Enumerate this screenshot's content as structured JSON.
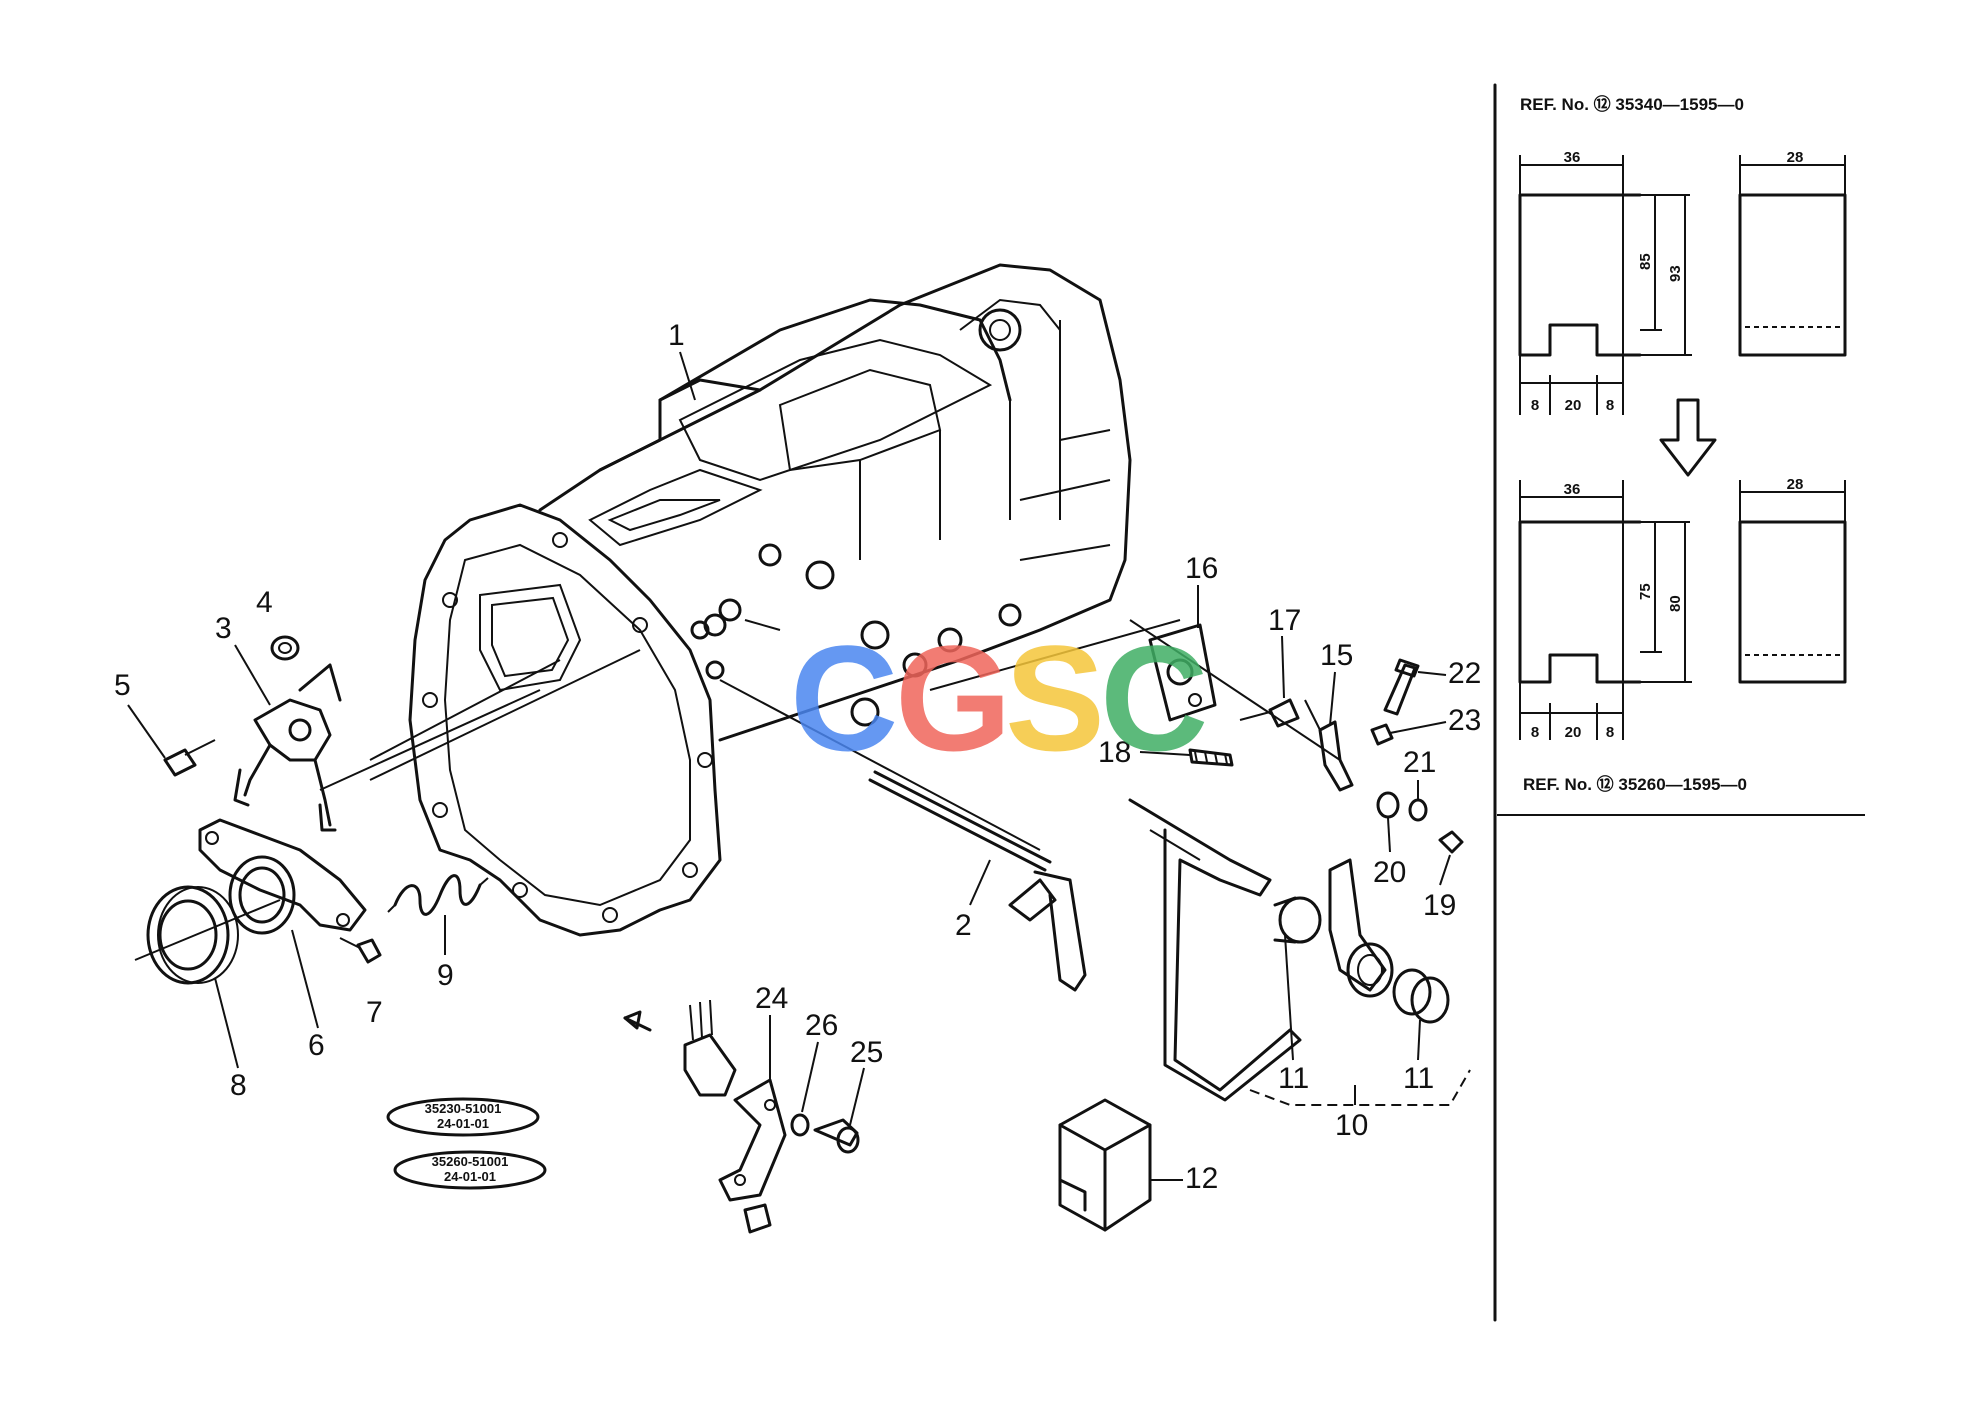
{
  "callouts": [
    "1",
    "2",
    "3",
    "4",
    "5",
    "6",
    "7",
    "8",
    "9",
    "10",
    "11",
    "11",
    "12",
    "15",
    "16",
    "17",
    "18",
    "19",
    "20",
    "21",
    "22",
    "23",
    "24",
    "25",
    "26"
  ],
  "oval_labels": [
    {
      "line1": "35230-51001",
      "line2": "24-01-01"
    },
    {
      "line1": "35260-51001",
      "line2": "24-01-01"
    }
  ],
  "ref_panel": {
    "ref_top": "REF. No. ⑫ 35340—1595—0",
    "ref_bottom": "REF. No. ⑫ 35260—1595—0",
    "before": {
      "width_a": "36",
      "width_b": "28",
      "height_inner": "85",
      "height_outer": "93",
      "bottom_dims": [
        "8",
        "20",
        "8"
      ]
    },
    "after": {
      "width_a": "36",
      "width_b": "28",
      "height_inner": "75",
      "height_outer": "80",
      "bottom_dims": [
        "8",
        "20",
        "8"
      ]
    }
  },
  "watermark": {
    "text": "CGSC",
    "colors": [
      "#4a86f0",
      "#f0655a",
      "#f4c63a",
      "#3fae64"
    ]
  }
}
